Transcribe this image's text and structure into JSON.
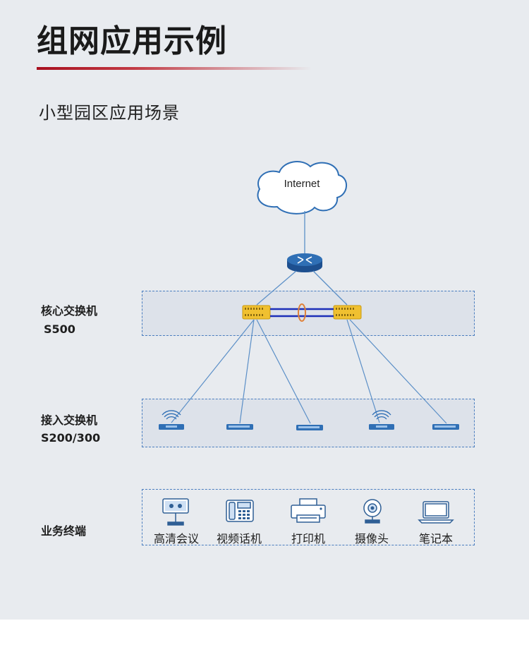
{
  "page": {
    "title": "组网应用示例",
    "subtitle": "小型园区应用场景"
  },
  "diagram": {
    "internet_label": "Internet",
    "tiers": {
      "core": {
        "label": "核心交换机",
        "model": "S500"
      },
      "access": {
        "label": "接入交换机",
        "model": "S200/300"
      },
      "terminals": {
        "label": "业务终端"
      }
    },
    "terminal_items": [
      {
        "label": "高清会议",
        "icon": "video-conference-icon"
      },
      {
        "label": "视频话机",
        "icon": "video-phone-icon"
      },
      {
        "label": "打印机",
        "icon": "printer-icon"
      },
      {
        "label": "摄像头",
        "icon": "camera-icon"
      },
      {
        "label": "笔记本",
        "icon": "laptop-icon"
      }
    ],
    "access_switches": [
      {
        "icon": "wifi-switch-icon"
      },
      {
        "icon": "switch-icon"
      },
      {
        "icon": "switch-icon"
      },
      {
        "icon": "wifi-switch-icon"
      },
      {
        "icon": "switch-icon"
      }
    ],
    "colors": {
      "accent": "#a80f1e",
      "panel_bg": "#e8ebef",
      "box_border": "#4a7dbf",
      "link_line": "#5b8fc7",
      "stack_link": "#1d2fb8",
      "stack_ring": "#e0823a",
      "core_switch": "#f0c030",
      "device_blue": "#2f6fb5"
    }
  }
}
